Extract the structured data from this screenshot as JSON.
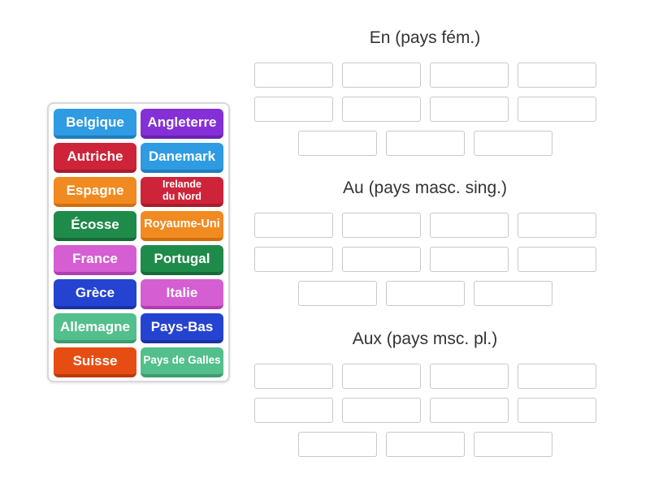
{
  "activity": {
    "type": "group-sort",
    "background": "#ffffff",
    "slot_border_color": "#c9c9c9",
    "panel_border_color": "#d8d8d8",
    "title_color": "#333333"
  },
  "groups": [
    {
      "title": "En (pays fém.)",
      "rows": [
        4,
        4,
        3
      ],
      "slots": 11
    },
    {
      "title": "Au (pays masc. sing.)",
      "rows": [
        4,
        4,
        3
      ],
      "slots": 11
    },
    {
      "title": "Aux (pays msc. pl.)",
      "rows": [
        4,
        4,
        3
      ],
      "slots": 11
    }
  ],
  "tiles": [
    {
      "label": "Belgique",
      "color": "#2E9BE2",
      "edge": "#1F7DBF"
    },
    {
      "label": "Angleterre",
      "color": "#8430D6",
      "edge": "#6A23B2"
    },
    {
      "label": "Autriche",
      "color": "#CE2439",
      "edge": "#A91B2C"
    },
    {
      "label": "Danemark",
      "color": "#2E9BE2",
      "edge": "#1F7DBF"
    },
    {
      "label": "Espagne",
      "color": "#F18A21",
      "edge": "#D06F0E"
    },
    {
      "label": "Irelande\ndu Nord",
      "color": "#CE2439",
      "edge": "#A91B2C"
    },
    {
      "label": "Écosse",
      "color": "#1F8B4A",
      "edge": "#156B38"
    },
    {
      "label": "Royaume-Uni",
      "color": "#F18A21",
      "edge": "#D06F0E"
    },
    {
      "label": "France",
      "color": "#D55ED2",
      "edge": "#B03EAE"
    },
    {
      "label": "Portugal",
      "color": "#1F8B4A",
      "edge": "#156B38"
    },
    {
      "label": "Grèce",
      "color": "#2543D1",
      "edge": "#1B31A6"
    },
    {
      "label": "Italie",
      "color": "#D55ED2",
      "edge": "#B03EAE"
    },
    {
      "label": "Allemagne",
      "color": "#53BF8C",
      "edge": "#3C9C6E"
    },
    {
      "label": "Pays-Bas",
      "color": "#2543D1",
      "edge": "#1B31A6"
    },
    {
      "label": "Suisse",
      "color": "#E64D12",
      "edge": "#BC3A0A"
    },
    {
      "label": "Pays de Galles",
      "color": "#53BF8C",
      "edge": "#3C9C6E"
    }
  ]
}
